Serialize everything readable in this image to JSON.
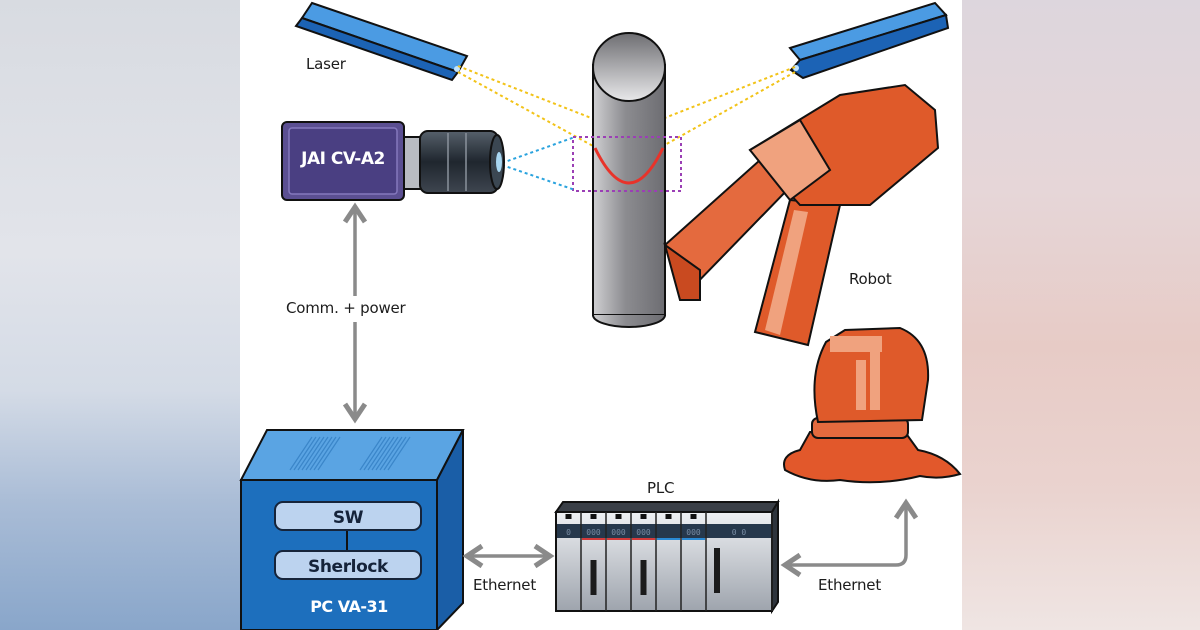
{
  "diagram": {
    "title": "Laser triangulation robot guidance system",
    "components": {
      "laser": {
        "label": "Laser",
        "color": "#1f6fc4"
      },
      "camera": {
        "label": "JAI CV-A2",
        "color": "#5b4f92"
      },
      "robot": {
        "label": "Robot",
        "color": "#e2582b"
      },
      "pc": {
        "label": "PC VA-31",
        "color": "#1d6fbd",
        "software": [
          "SW",
          "Sherlock"
        ]
      },
      "plc": {
        "label": "PLC"
      }
    },
    "connections": [
      {
        "from": "camera",
        "to": "pc",
        "label": "Comm. + power"
      },
      {
        "from": "pc",
        "to": "plc",
        "label": "Ethernet"
      },
      {
        "from": "plc",
        "to": "robot",
        "label": "Ethernet"
      }
    ],
    "beams": {
      "laser_beam_color": "#f2c318",
      "camera_view_color": "#2aa3de",
      "inspection_region_color": "#9b3fb5",
      "weld_seam_color": "#e8332a"
    },
    "plc_modules": [
      "0",
      "000",
      "000",
      "000",
      "",
      "000",
      "0 0"
    ]
  }
}
